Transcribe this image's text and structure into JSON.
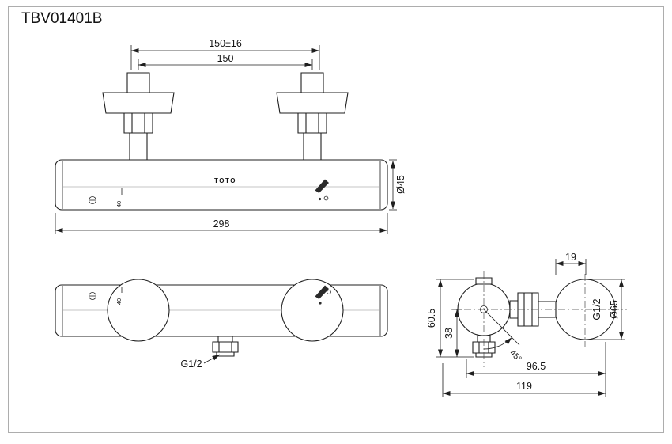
{
  "drawing": {
    "title": "TBV01401B",
    "brand_mark": "TOTO"
  },
  "front_view": {
    "dim_center_distance_tol": "150±16",
    "dim_center_distance": "150",
    "dim_overall_length": "298",
    "dim_body_diameter": "Ø45",
    "temp_mark": "40"
  },
  "bottom_view": {
    "outlet_thread": "G1/2",
    "temp_mark": "40"
  },
  "side_view": {
    "dim_plate_offset": "19",
    "dim_total_height": "60.5",
    "dim_outlet_height": "38",
    "inlet_thread": "G1/2",
    "dim_plate_diameter": "Ø65",
    "dim_outlet_depth": "96.5",
    "dim_total_depth": "119",
    "outlet_angle": "45°"
  }
}
